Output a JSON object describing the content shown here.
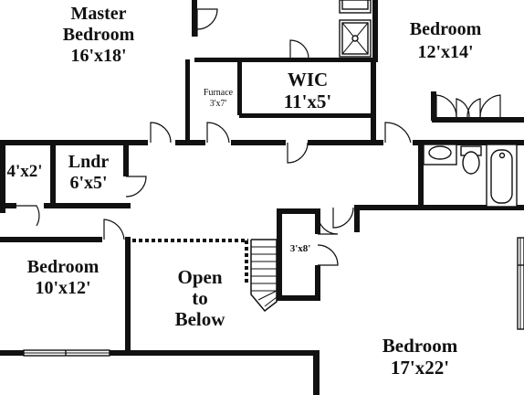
{
  "rooms": {
    "master_bedroom": {
      "name": "Master Bedroom",
      "line1": "Master",
      "line2": "Bedroom",
      "size": "16'x18'"
    },
    "bedroom_ne": {
      "name": "Bedroom",
      "size": "12'x14'"
    },
    "wic": {
      "name": "WIC",
      "size": "11'x5'"
    },
    "furnace": {
      "name": "Furnace",
      "size": "3'x7'"
    },
    "closet_small_left": {
      "size": "4'x2'"
    },
    "laundry": {
      "name": "Lndr",
      "size": "6'x5'"
    },
    "bedroom_sw": {
      "name": "Bedroom",
      "size": "10'x12'"
    },
    "open_to_below": {
      "line1": "Open",
      "line2": "to",
      "line3": "Below"
    },
    "closet_stair": {
      "size": "3'x8'"
    },
    "bedroom_se": {
      "name": "Bedroom",
      "size": "17'x22'"
    }
  },
  "colors": {
    "wall": "#111111",
    "background": "#ffffff"
  }
}
